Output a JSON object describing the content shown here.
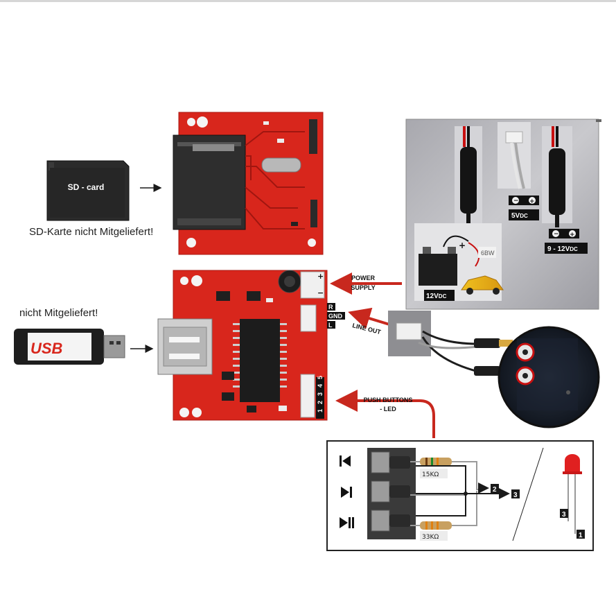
{
  "sd_card": {
    "label": "SD - card",
    "note": "SD-Karte nicht Mitgeliefert!"
  },
  "usb": {
    "logo": "USB",
    "note": "nicht Mitgeliefert!"
  },
  "audio_connector": {
    "pins": [
      "R",
      "GND",
      "L"
    ],
    "label": "LINE OUT"
  },
  "power_supply": {
    "label_line1": "POWER",
    "label_line2": "SUPPLY",
    "board_terminals": [
      "+",
      "−"
    ],
    "options": [
      {
        "voltage": "5V",
        "unit": "DC",
        "polarity": [
          "−",
          "+"
        ]
      },
      {
        "voltage": "9 - 12V",
        "unit": "DC",
        "polarity": [
          "−",
          "+"
        ]
      },
      {
        "voltage": "12V",
        "unit": "DC"
      }
    ],
    "battery_plus": "+",
    "battery_label": "6BW"
  },
  "push_buttons": {
    "label_line1": "PUSH BUTTONS",
    "label_line2": "- LED",
    "header_pins": [
      "1",
      "2",
      "3",
      "4",
      "5"
    ],
    "buttons": [
      {
        "icon": "previous-icon",
        "glyph": "⏮"
      },
      {
        "icon": "next-icon",
        "glyph": "⏭"
      },
      {
        "icon": "play-pause-icon",
        "glyph": "⏯"
      }
    ],
    "resistors": [
      "15KΩ",
      "33KΩ"
    ],
    "pins": [
      "2",
      "3"
    ],
    "led_pins": [
      "3",
      "1"
    ]
  },
  "colors": {
    "pcb_red": "#d8261c",
    "arrow_red": "#c8281e",
    "dark": "#1a1a1a",
    "panel_gray": "#b4b4b8"
  }
}
